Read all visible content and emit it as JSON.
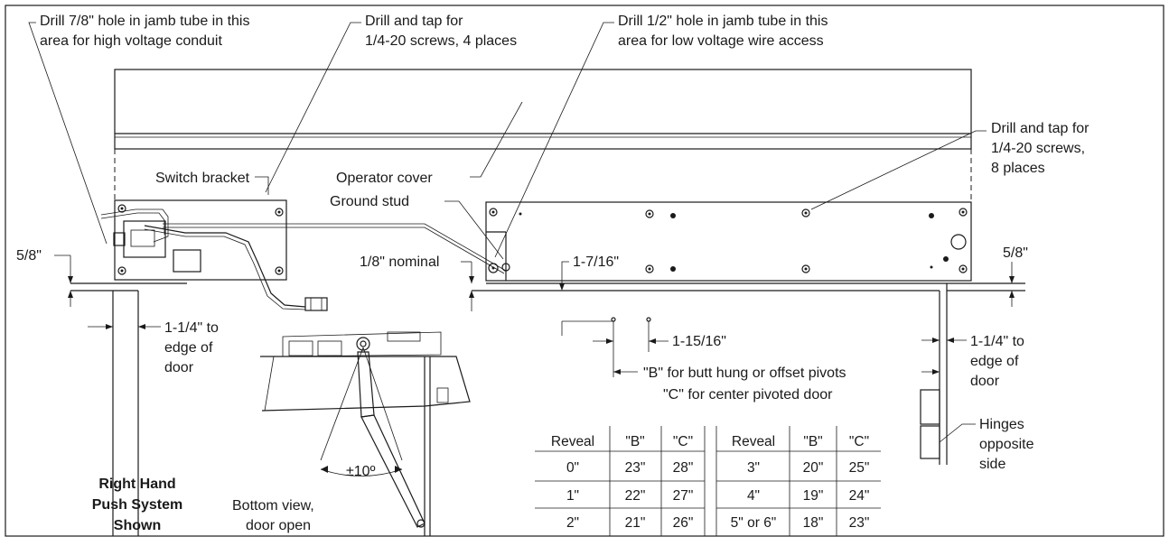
{
  "callouts": {
    "drill_78_l1": "Drill 7/8\" hole in jamb tube in this",
    "drill_78_l2": "area for high voltage conduit",
    "tap_4_l1": "Drill and tap for",
    "tap_4_l2": "1/4-20 screws, 4 places",
    "drill_12_l1": "Drill 1/2\" hole in jamb tube in this",
    "drill_12_l2": "area for low voltage wire access",
    "tap_8_l1": "Drill and tap for",
    "tap_8_l2": "1/4-20 screws,",
    "tap_8_l3": "8 places",
    "switch_bracket": "Switch bracket",
    "operator_cover": "Operator cover",
    "ground_stud": "Ground stud",
    "hinges_l1": "Hinges",
    "hinges_l2": "opposite",
    "hinges_l3": "side",
    "bottom_view_l1": "Bottom view,",
    "bottom_view_l2": "door open",
    "rh_l1": "Right Hand",
    "rh_l2": "Push System",
    "rh_l3": "Shown"
  },
  "dimensions": {
    "left_58": "5/8\"",
    "right_58": "5/8\"",
    "nominal_18": "1/8\" nominal",
    "d_1_7_16": "1-7/16\"",
    "d_1_15_16": "1-15/16\"",
    "left_114_l1": "1-1/4\" to",
    "left_114_l2": "edge of",
    "left_114_l3": "door",
    "right_114_l1": "1-1/4\" to",
    "right_114_l2": "edge of",
    "right_114_l3": "door",
    "angle": "±10º",
    "b_note": "\"B\" for butt hung or offset pivots",
    "c_note": "\"C\" for center pivoted door"
  },
  "reveal_table": {
    "headers": [
      "Reveal",
      "\"B\"",
      "\"C\"",
      "Reveal",
      "\"B\"",
      "\"C\""
    ],
    "rows": [
      [
        "0\"",
        "23\"",
        "28\"",
        "3\"",
        "20\"",
        "25\""
      ],
      [
        "1\"",
        "22\"",
        "27\"",
        "4\"",
        "19\"",
        "24\""
      ],
      [
        "2\"",
        "21\"",
        "26\"",
        "5\" or 6\"",
        "18\"",
        "23\""
      ]
    ]
  }
}
